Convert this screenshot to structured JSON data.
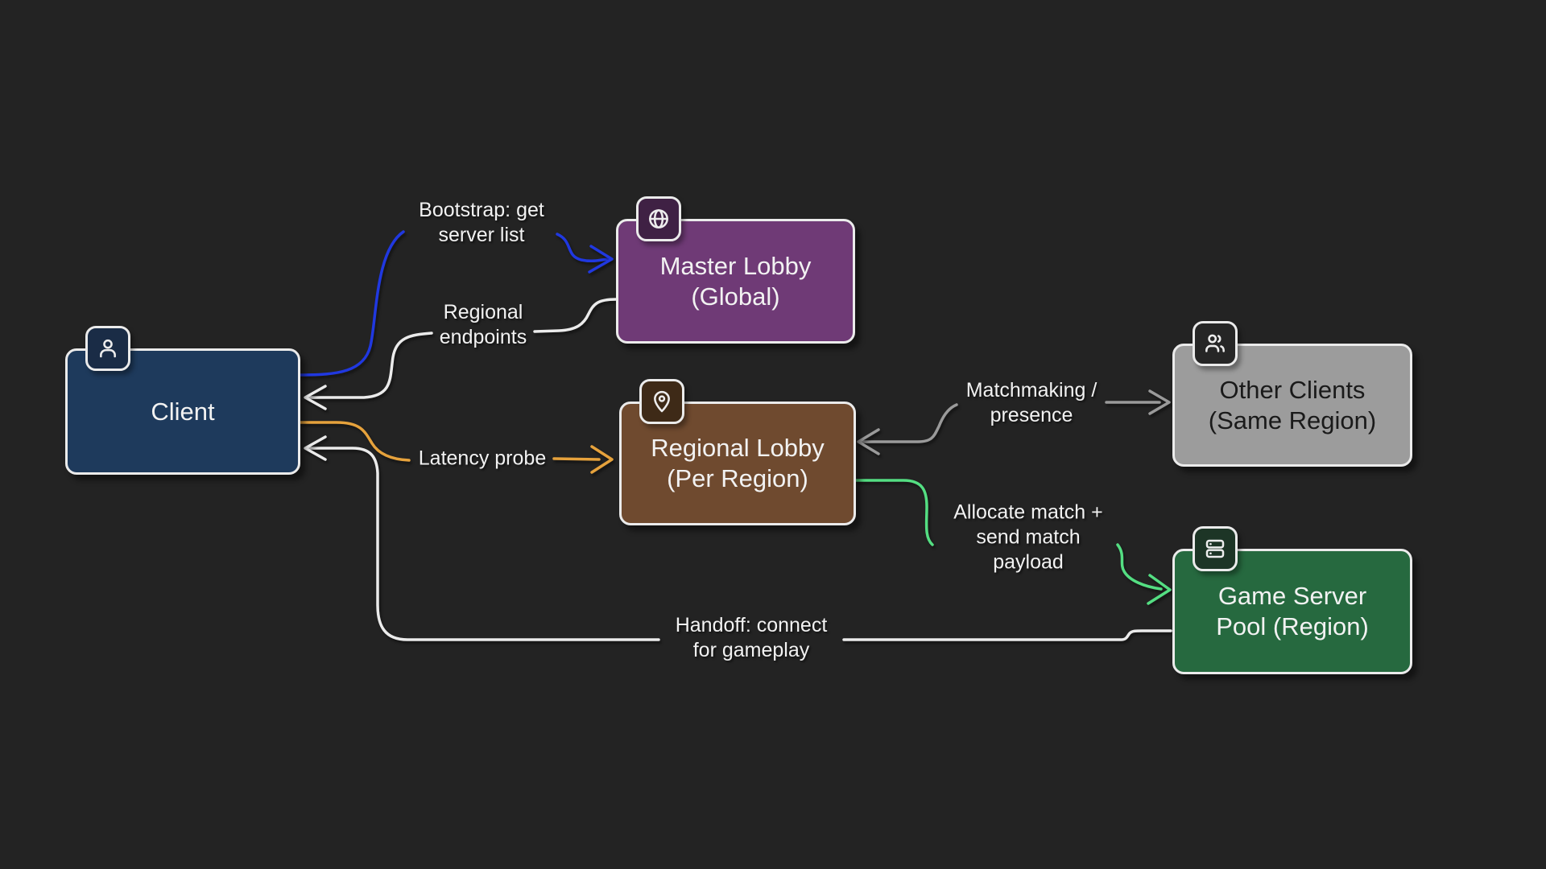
{
  "colors": {
    "background": "#232323",
    "box_border": "#ebebeb",
    "title_light": "#f2f2f2",
    "title_dark": "#1a1a1a",
    "line_white": "#ebebeb",
    "arrow_blue": "#2038e0",
    "arrow_orange": "#e6a23c",
    "arrow_gray": "#9a9a9a",
    "arrow_green": "#54de82",
    "client_fill": "#1e3a5c",
    "client_badge": "#1a2c46",
    "master_fill": "#6f3a76",
    "master_badge": "#3f2144",
    "regional_fill": "#6f4a2f",
    "regional_badge": "#3e2a17",
    "other_fill": "#9c9c9c",
    "other_badge": "#262626",
    "game_fill": "#26693f",
    "game_badge": "#1d3526"
  },
  "nodes": {
    "client": {
      "title": "Client",
      "icon": "user-icon"
    },
    "master": {
      "title": "Master Lobby\n(Global)",
      "icon": "globe-icon"
    },
    "regional": {
      "title": "Regional Lobby\n(Per Region)",
      "icon": "map-pin-icon"
    },
    "other": {
      "title": "Other Clients\n(Same Region)",
      "icon": "users-icon"
    },
    "game": {
      "title": "Game Server\nPool (Region)",
      "icon": "servers-icon"
    }
  },
  "edges": {
    "bootstrap": {
      "label": "Bootstrap: get\nserver list",
      "color": "#2038e0",
      "from": "Client",
      "to": "Master Lobby (Global)"
    },
    "regional_endpoints": {
      "label": "Regional\nendpoints",
      "color": "#ebebeb",
      "from": "Master Lobby (Global)",
      "to": "Client"
    },
    "latency_probe": {
      "label": "Latency probe",
      "color": "#e6a23c",
      "from": "Client",
      "to": "Regional Lobby (Per Region)"
    },
    "matchmaking": {
      "label": "Matchmaking /\npresence",
      "color": "#9a9a9a",
      "from": "Regional Lobby (Per Region)",
      "to": "Other Clients (Same Region)"
    },
    "allocate": {
      "label": "Allocate match +\nsend match\npayload",
      "color": "#54de82",
      "from": "Regional Lobby (Per Region)",
      "to": "Game Server Pool (Region)"
    },
    "handoff": {
      "label": "Handoff: connect\nfor gameplay",
      "color": "#ebebeb",
      "from": "Game Server Pool (Region)",
      "to": "Client"
    }
  }
}
